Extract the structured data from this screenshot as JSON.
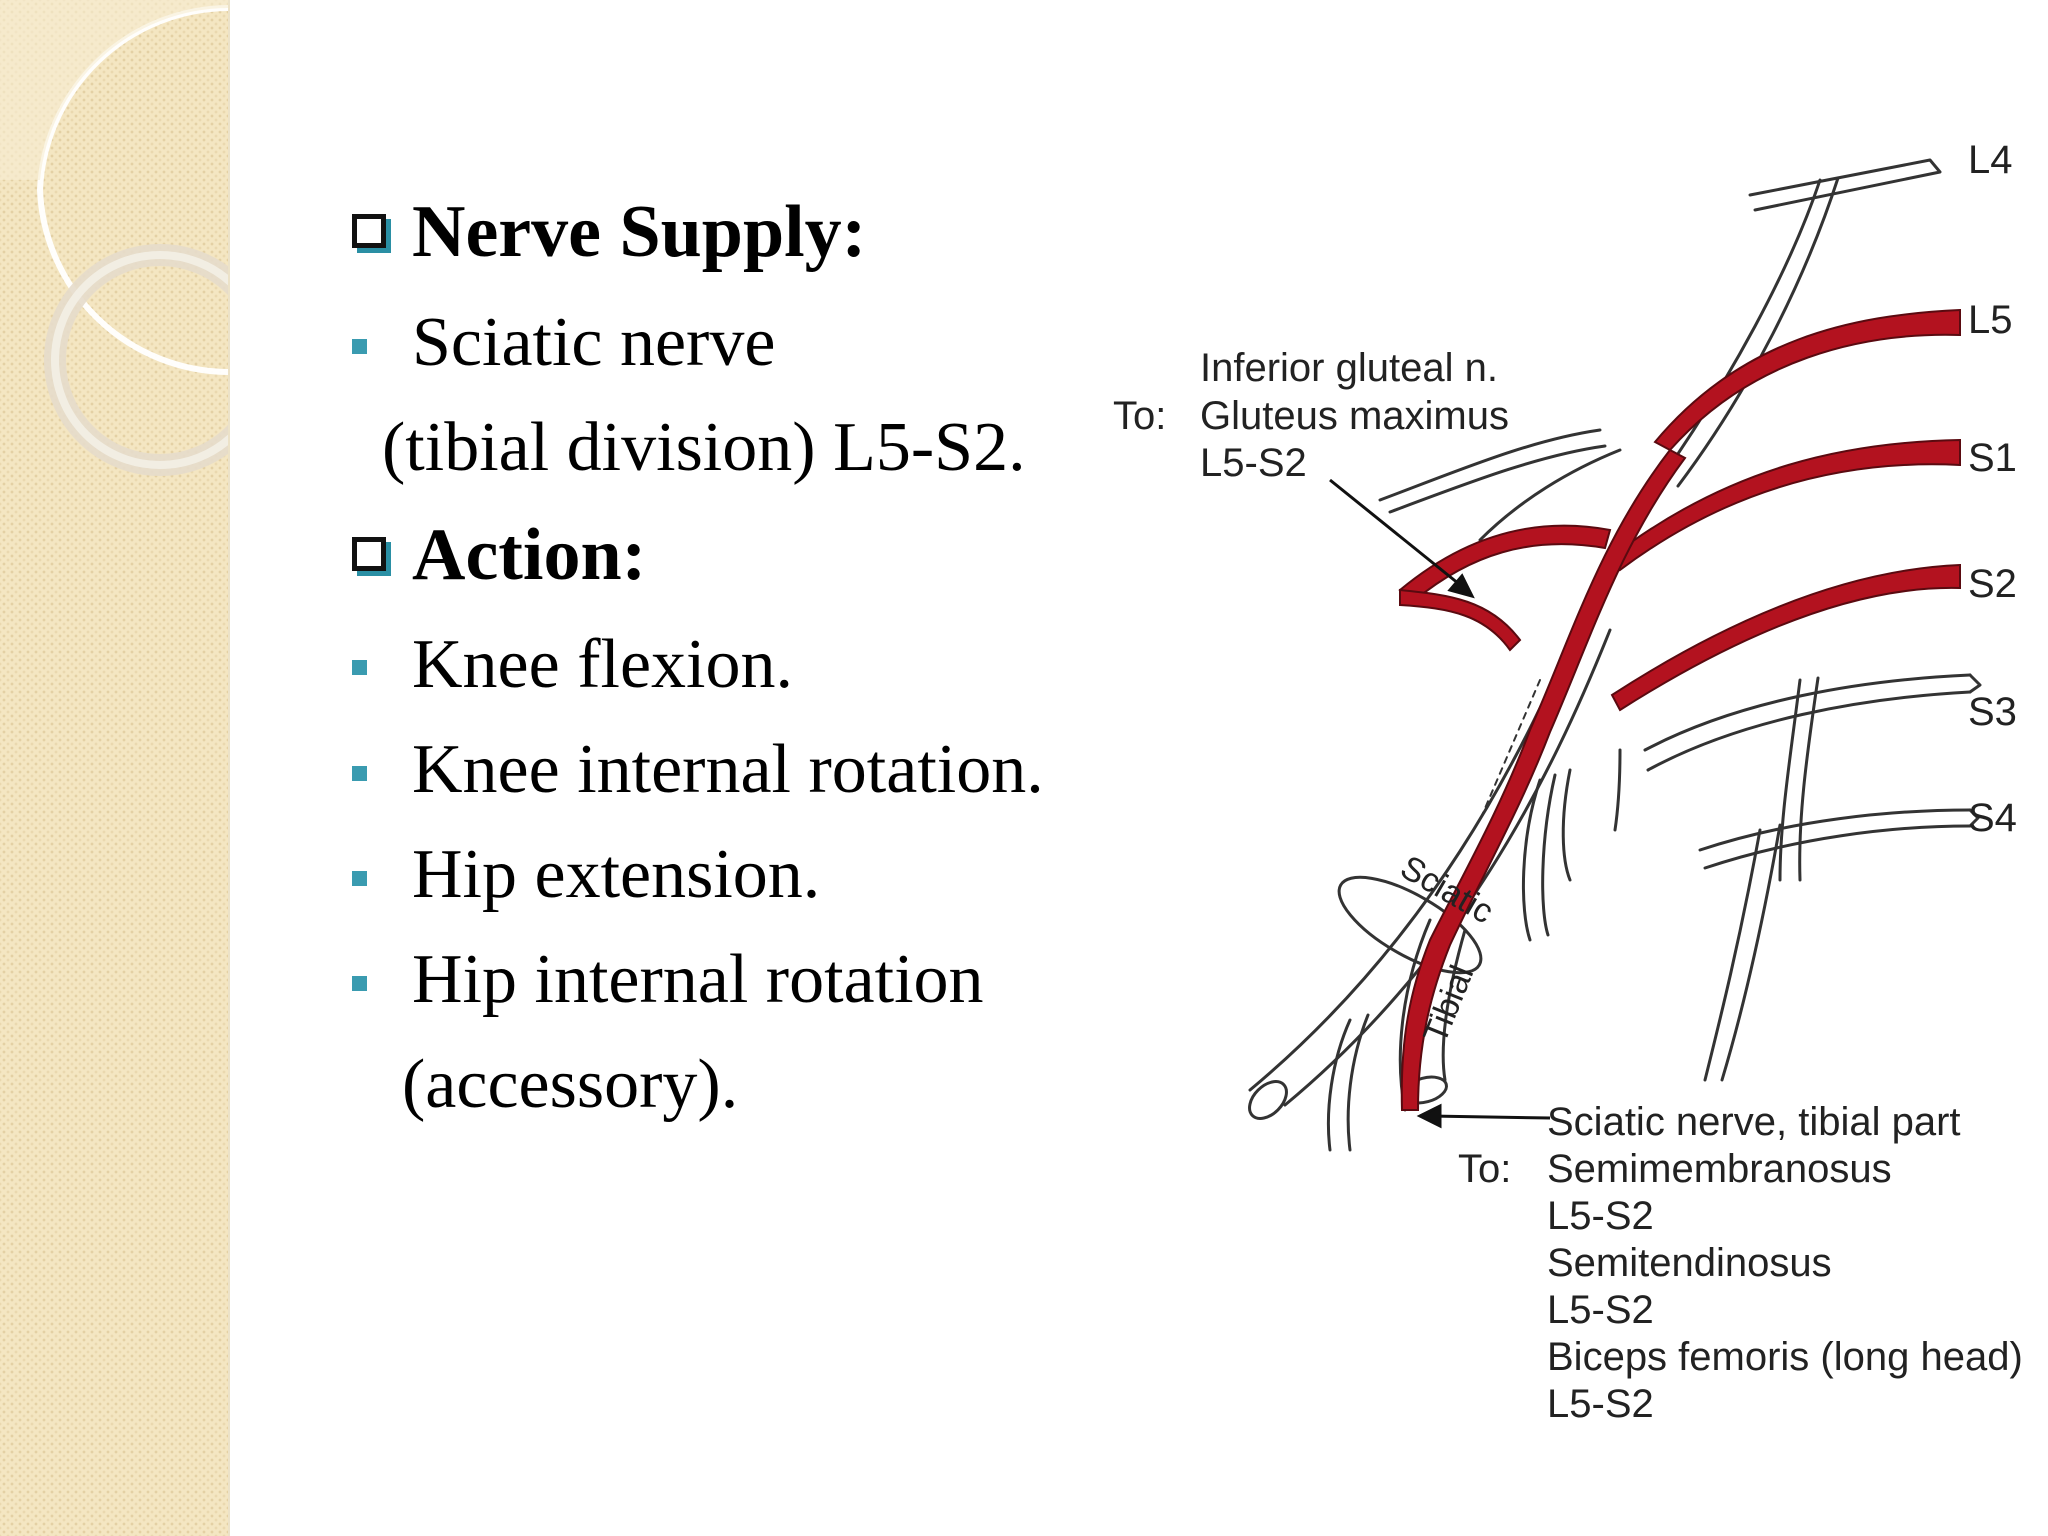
{
  "nerve_supply": {
    "heading": "Nerve Supply:",
    "items": [
      {
        "text": "Sciatic nerve"
      },
      {
        "text": "(tibial division) L5-S2."
      }
    ]
  },
  "action": {
    "heading": "Action:",
    "items": [
      {
        "text": "Knee flexion."
      },
      {
        "text": "Knee internal rotation."
      },
      {
        "text": "Hip extension."
      },
      {
        "text": "Hip internal rotation"
      },
      {
        "text": "(accessory)."
      }
    ]
  },
  "diagram": {
    "root_labels": [
      "L4",
      "L5",
      "S1",
      "S2",
      "S3",
      "S4"
    ],
    "inferior_gluteal": {
      "name": "Inferior gluteal n.",
      "to_label": "To:",
      "muscle": "Gluteus maximus",
      "level": "L5-S2"
    },
    "sciatic_tibial": {
      "name": "Sciatic nerve, tibial part",
      "to_label": "To:",
      "targets": [
        "Semimembranosus",
        "L5-S2",
        "Semitendinosus",
        "L5-S2",
        "Biceps femoris (long head)",
        "L5-S2"
      ]
    },
    "trunk_labels": {
      "sciatic": "Sciatic",
      "tibial": "Tibial"
    },
    "highlight_color": "#b3121f",
    "outline_color": "#333333"
  },
  "theme": {
    "bullet_color": "#3a9bb0",
    "strip_color": "#f4e6c2"
  }
}
